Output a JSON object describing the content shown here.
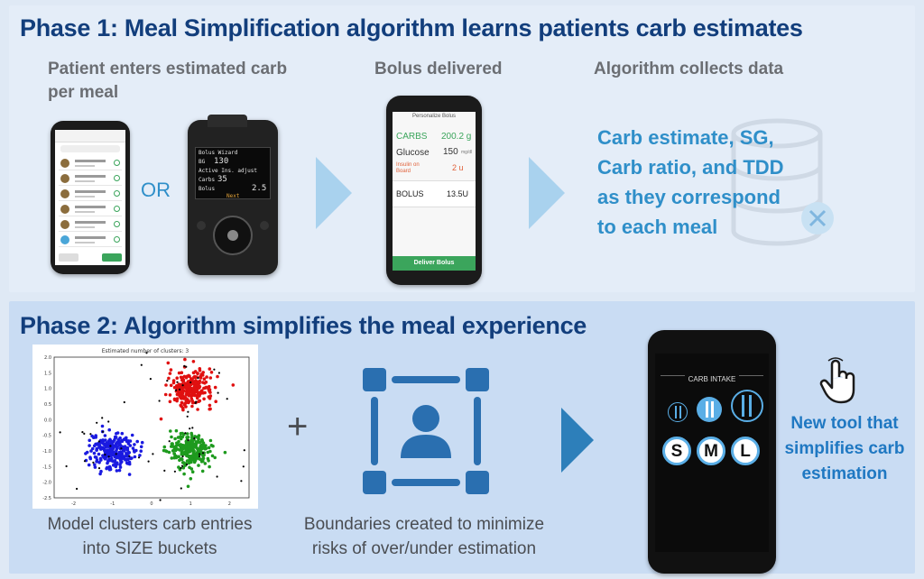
{
  "phase1": {
    "title": "Phase 1: Meal Simplification algorithm learns patients carb estimates",
    "step1_label": "Patient enters estimated carb per meal",
    "or_label": "OR",
    "step2_label": "Bolus delivered",
    "step3_label": "Algorithm collects data",
    "data_text": "Carb estimate, SG, Carb ratio, and TDD as they correspond to each meal",
    "pump": {
      "header": "Bolus Wizard",
      "rows": [
        {
          "label": "BG",
          "value": "130"
        },
        {
          "label": "Active Ins. adjust",
          "value": ""
        },
        {
          "label": "Carbs",
          "value": "35"
        },
        {
          "label": "Bolus",
          "value": "2.5"
        }
      ],
      "next_label": "Next"
    },
    "bolus_screen": {
      "header": "Personalize Bolus",
      "carbs_label": "CARBS",
      "carbs_value": "200.2 g",
      "glucose_label": "Glucose",
      "glucose_value": "150",
      "glucose_unit": "mg/dl",
      "iob_label": "Insulin on Board",
      "iob_value": "2 u",
      "bolus_label": "BOLUS",
      "bolus_value": "13.5U",
      "button": "Deliver Bolus"
    }
  },
  "phase2": {
    "title": "Phase 2: Algorithm simplifies the meal experience",
    "plus": "+",
    "caption_clusters": "Model clusters carb entries into SIZE buckets",
    "caption_boundaries": "Boundaries created to minimize risks of over/under estimation",
    "new_tool": "New tool that simplifies carb estimation",
    "carb_intake_label": "CARB INTAKE",
    "sizes": [
      "S",
      "M",
      "L"
    ],
    "scatter": {
      "title": "Estimated number of clusters: 3",
      "yticks": [
        "2.0",
        "1.5",
        "1.0",
        "0.5",
        "0.0",
        "-0.5",
        "-1.0",
        "-1.5",
        "-2.0",
        "-2.5"
      ],
      "xticks": [
        "-2",
        "-1",
        "0",
        "1",
        "2"
      ]
    }
  },
  "colors": {
    "title": "#123e7c",
    "accent": "#2f8fc9",
    "cluster_red": "#e01010",
    "cluster_green": "#1e9a1e",
    "cluster_blue": "#1a1ae0",
    "boundary": "#2a6fb0"
  },
  "chart_data": {
    "type": "scatter",
    "title": "Estimated number of clusters: 3",
    "xlim": [
      -2.5,
      2.5
    ],
    "ylim": [
      -2.5,
      2.0
    ],
    "series": [
      {
        "color": "#e01010",
        "center": [
          1.0,
          1.0
        ]
      },
      {
        "color": "#1e9a1e",
        "center": [
          1.0,
          -1.0
        ]
      },
      {
        "color": "#1a1ae0",
        "center": [
          -1.0,
          -1.0
        ]
      }
    ]
  }
}
